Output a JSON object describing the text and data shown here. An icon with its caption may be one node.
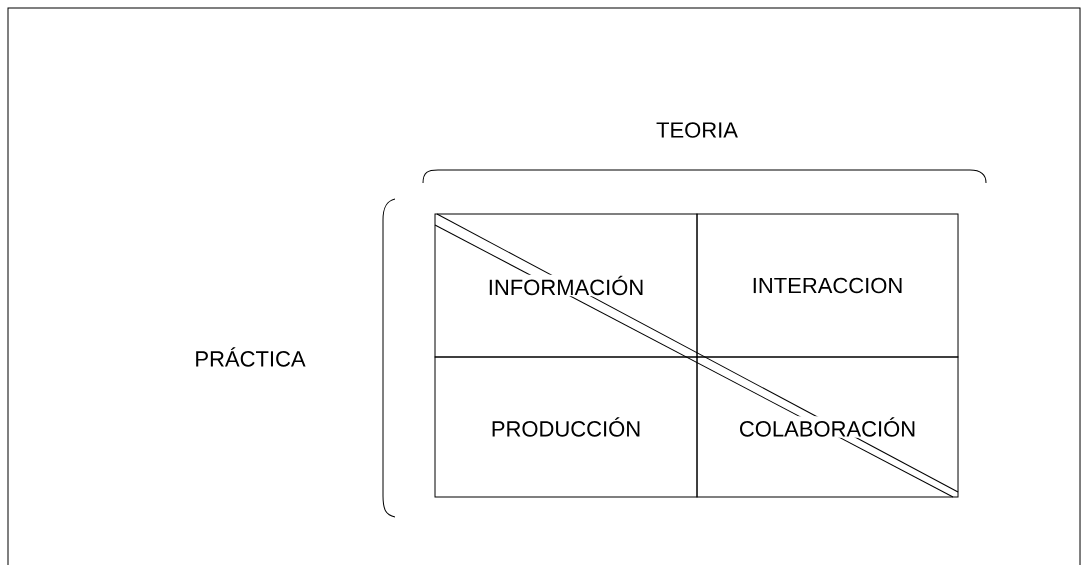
{
  "diagram": {
    "nodes": [
      {
        "text": [
          "INFORMACIÓN"
        ]
      },
      {
        "text": [
          "INTERACCION"
        ]
      },
      {
        "text": [
          "PRODUCCIÓN"
        ]
      },
      {
        "text": [
          "COLABORACIÓN"
        ]
      }
    ],
    "labels": [
      "TEORIA",
      "PRÁCTICA"
    ]
  }
}
